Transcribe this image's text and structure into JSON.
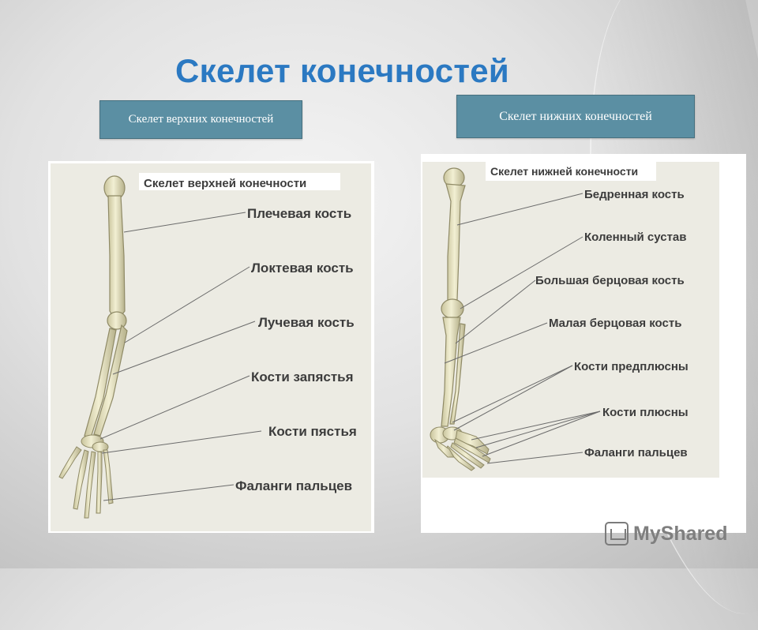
{
  "slide": {
    "title": "Скелет конечностей",
    "box_upper": "Скелет верхних конечностей",
    "box_lower": "Скелет нижних конечностей"
  },
  "upper_diagram": {
    "header": "Скелет верхней конечности",
    "labels": [
      "Плечевая кость",
      "Локтевая кость",
      "Лучевая кость",
      "Кости запястья",
      "Кости пястья",
      "Фаланги пальцев"
    ]
  },
  "lower_diagram": {
    "header": "Скелет нижней конечности",
    "labels": [
      "Бедренная кость",
      "Коленный сустав",
      "Большая берцовая кость",
      "Малая берцовая кость",
      "Кости предплюсны",
      "Кости плюсны",
      "Фаланги пальцев"
    ]
  },
  "watermark": {
    "text": "MyShared",
    "icon": "presentation-icon"
  },
  "colors": {
    "title": "#2b79c2",
    "label_box": "#5b8fa3",
    "bone": "#e8e4bf",
    "bone_shadow": "#b8b38c",
    "diagram_bg": "#ececE4"
  }
}
